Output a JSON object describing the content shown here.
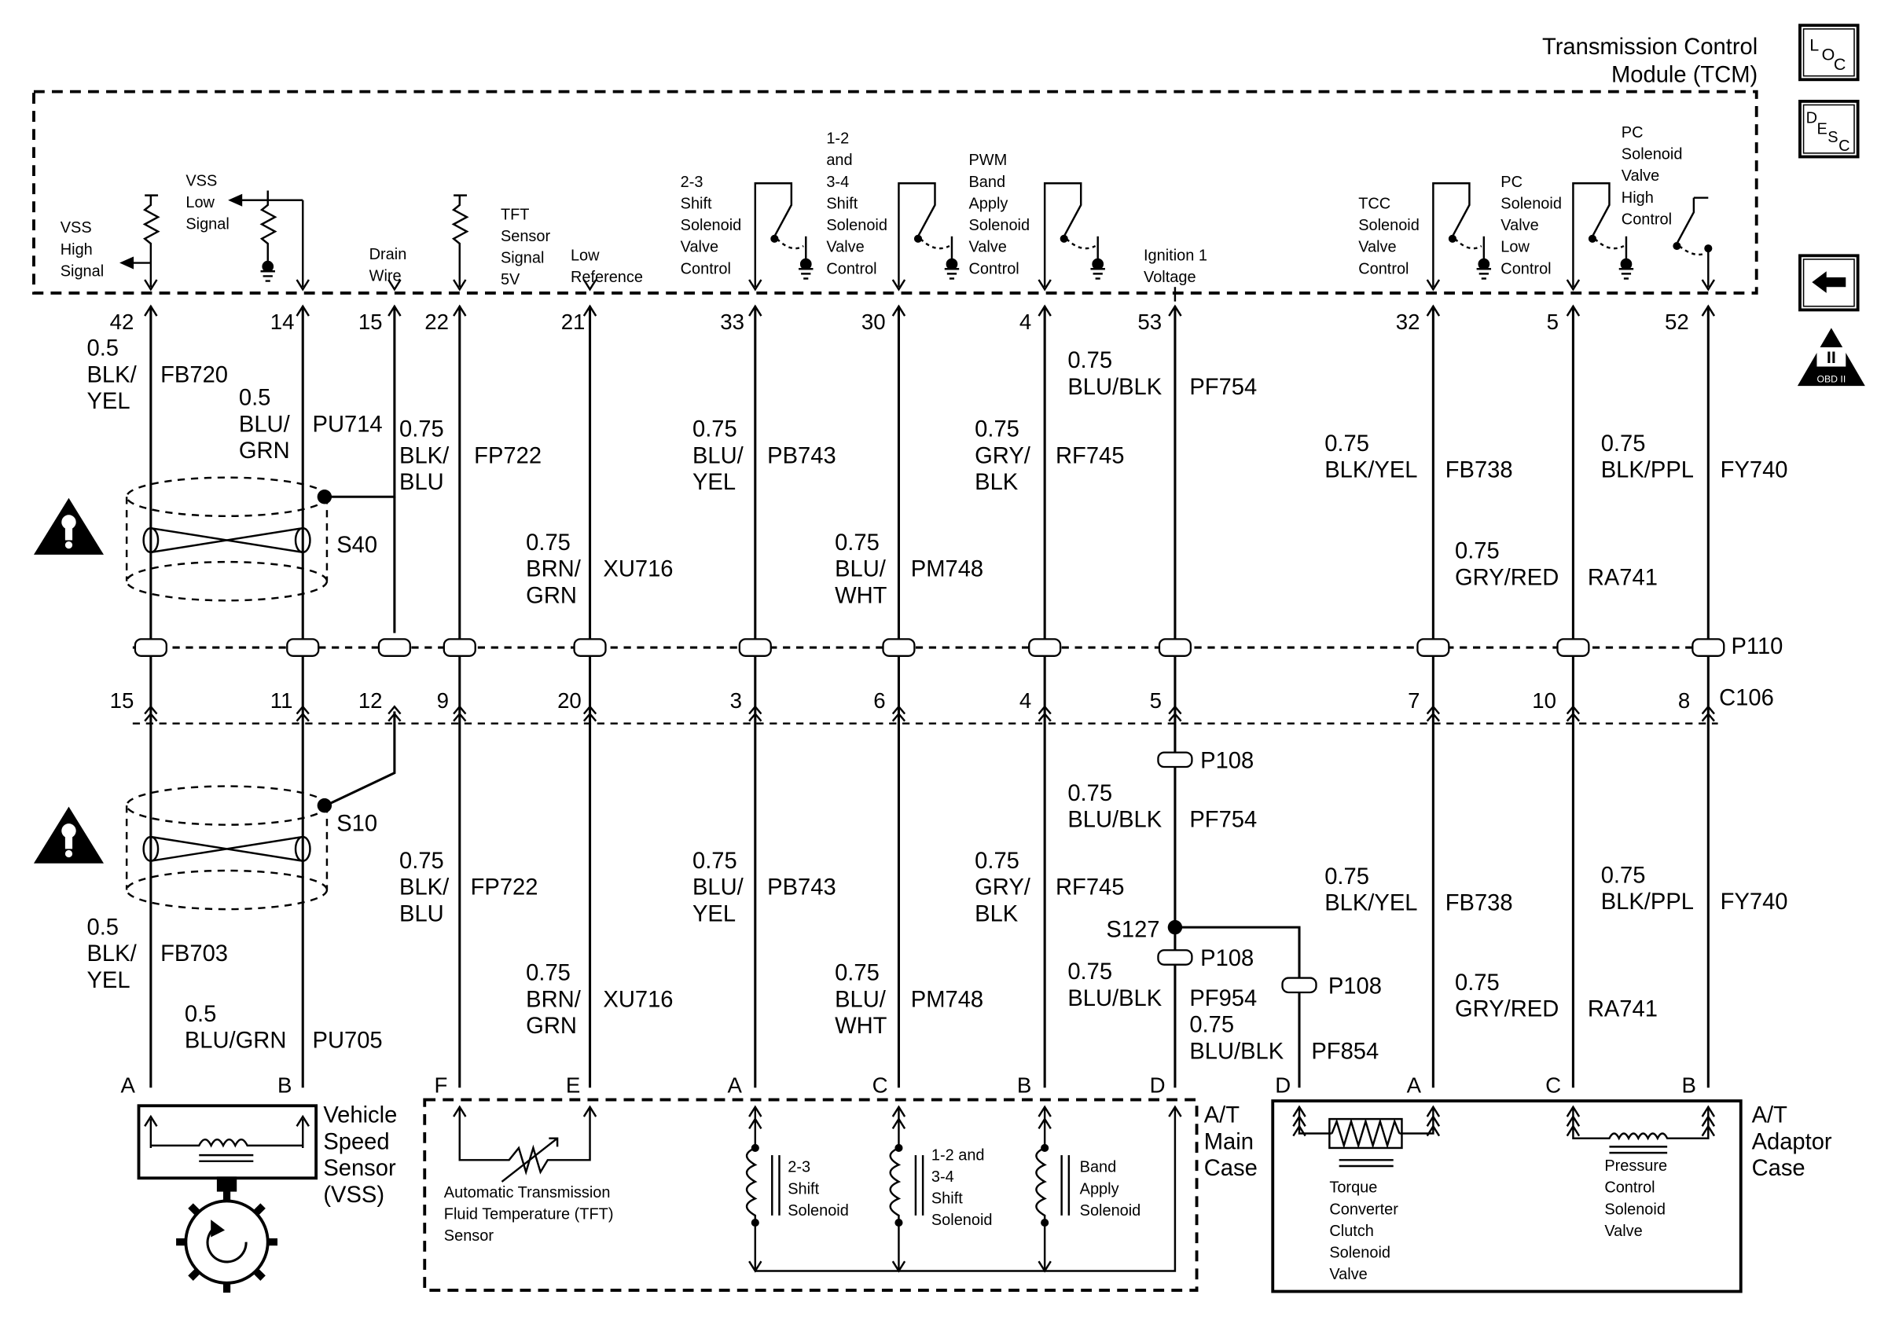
{
  "module": {
    "title_line1": "Transmission Control",
    "title_line2": "Module (TCM)"
  },
  "side_icons": [
    {
      "name": "loc-icon",
      "glyph": "LOC"
    },
    {
      "name": "desc-icon",
      "glyph": "DESC"
    },
    {
      "name": "back-arrow-icon",
      "glyph": "←"
    },
    {
      "name": "obd-ii-icon",
      "text": "OBD II",
      "numeral": "II"
    }
  ],
  "tcm_labels": [
    [
      "VSS",
      "High",
      "Signal"
    ],
    [
      "VSS",
      "Low",
      "Signal"
    ],
    [
      "Drain",
      "Wire"
    ],
    [
      "TFT",
      "Sensor",
      "Signal",
      "5V"
    ],
    [
      "Low",
      "Reference"
    ],
    [
      "2-3",
      "Shift",
      "Solenoid",
      "Valve",
      "Control"
    ],
    [
      "1-2",
      "and",
      "3-4",
      "Shift",
      "Solenoid",
      "Valve",
      "Control"
    ],
    [
      "PWM",
      "Band",
      "Apply",
      "Solenoid",
      "Valve",
      "Control"
    ],
    [
      "Ignition 1",
      "Voltage"
    ],
    [
      "TCC",
      "Solenoid",
      "Valve",
      "Control"
    ],
    [
      "PC",
      "Solenoid",
      "Valve",
      "Low",
      "Control"
    ],
    [
      "PC",
      "Solenoid",
      "Valve",
      "High",
      "Control"
    ]
  ],
  "tcm_pins": [
    "42",
    "14",
    "15",
    "22",
    "21",
    "33",
    "30",
    "4",
    "53",
    "32",
    "5",
    "52"
  ],
  "c106_pins": [
    "15",
    "11",
    "12",
    "9",
    "20",
    "3",
    "6",
    "4",
    "5",
    "7",
    "10",
    "8"
  ],
  "connectors": {
    "p110": "P110",
    "c106": "C106",
    "p108": "P108"
  },
  "splices": {
    "s40": "S40",
    "s10": "S10",
    "s127": "S127"
  },
  "upper_wires": [
    {
      "size": "0.5",
      "color": [
        "BLK/",
        "YEL"
      ],
      "circuit": "FB720"
    },
    {
      "size": "0.5",
      "color": [
        "BLU/",
        "GRN"
      ],
      "circuit": "PU714"
    },
    {
      "size": "0.75",
      "color": [
        "BLK/",
        "BLU"
      ],
      "circuit": "FP722"
    },
    {
      "size": "0.75",
      "color": [
        "BRN/",
        "GRN"
      ],
      "circuit": "XU716"
    },
    {
      "size": "0.75",
      "color": [
        "BLU/",
        "YEL"
      ],
      "circuit": "PB743"
    },
    {
      "size": "0.75",
      "color": [
        "BLU/",
        "WHT"
      ],
      "circuit": "PM748"
    },
    {
      "size": "0.75",
      "color": [
        "GRY/",
        "BLK"
      ],
      "circuit": "RF745"
    },
    {
      "size": "0.75",
      "color": [
        "BLU/BLK"
      ],
      "circuit": "PF754"
    },
    {
      "size": "0.75",
      "color": [
        "BLK/YEL"
      ],
      "circuit": "FB738"
    },
    {
      "size": "0.75",
      "color": [
        "GRY/RED"
      ],
      "circuit": "RA741"
    },
    {
      "size": "0.75",
      "color": [
        "BLK/PPL"
      ],
      "circuit": "FY740"
    }
  ],
  "lower_wires": [
    {
      "size": "0.5",
      "color": [
        "BLK/",
        "YEL"
      ],
      "circuit": "FB703"
    },
    {
      "size": "0.5",
      "color": [
        "BLU/GRN"
      ],
      "circuit": "PU705"
    },
    {
      "size": "0.75",
      "color": [
        "BLK/",
        "BLU"
      ],
      "circuit": "FP722"
    },
    {
      "size": "0.75",
      "color": [
        "BRN/",
        "GRN"
      ],
      "circuit": "XU716"
    },
    {
      "size": "0.75",
      "color": [
        "BLU/",
        "YEL"
      ],
      "circuit": "PB743"
    },
    {
      "size": "0.75",
      "color": [
        "BLU/",
        "WHT"
      ],
      "circuit": "PM748"
    },
    {
      "size": "0.75",
      "color": [
        "GRY/",
        "BLK"
      ],
      "circuit": "RF745"
    },
    {
      "size": "0.75",
      "color": [
        "BLU/BLK"
      ],
      "circuit": "PF754"
    },
    {
      "size": "0.75",
      "color": [
        "BLU/BLK"
      ],
      "circuit": "PF954"
    },
    {
      "size": "0.75",
      "color": [
        "BLU/BLK"
      ],
      "circuit": "PF854"
    },
    {
      "size": "0.75",
      "color": [
        "BLK/YEL"
      ],
      "circuit": "FB738"
    },
    {
      "size": "0.75",
      "color": [
        "GRY/RED"
      ],
      "circuit": "RA741"
    },
    {
      "size": "0.75",
      "color": [
        "BLK/PPL"
      ],
      "circuit": "FY740"
    }
  ],
  "component_pins": [
    "A",
    "B",
    "F",
    "E",
    "A",
    "C",
    "B",
    "D",
    "D",
    "A",
    "C",
    "B"
  ],
  "vss": {
    "label": [
      "Vehicle",
      "Speed",
      "Sensor",
      "(VSS)"
    ]
  },
  "main_case": {
    "label": [
      "A/T",
      "Main",
      "Case"
    ],
    "tft": [
      "Automatic Transmission",
      "Fluid Temperature (TFT)",
      "Sensor"
    ],
    "sol_23": [
      "2-3",
      "Shift",
      "Solenoid"
    ],
    "sol_1234": [
      "1-2 and",
      "3-4",
      "Shift",
      "Solenoid"
    ],
    "sol_band": [
      "Band",
      "Apply",
      "Solenoid"
    ]
  },
  "adaptor_case": {
    "label": [
      "A/T",
      "Adaptor",
      "Case"
    ],
    "tcc": [
      "Torque",
      "Converter",
      "Clutch",
      "Solenoid",
      "Valve"
    ],
    "pc": [
      "Pressure",
      "Control",
      "Solenoid",
      "Valve"
    ]
  }
}
